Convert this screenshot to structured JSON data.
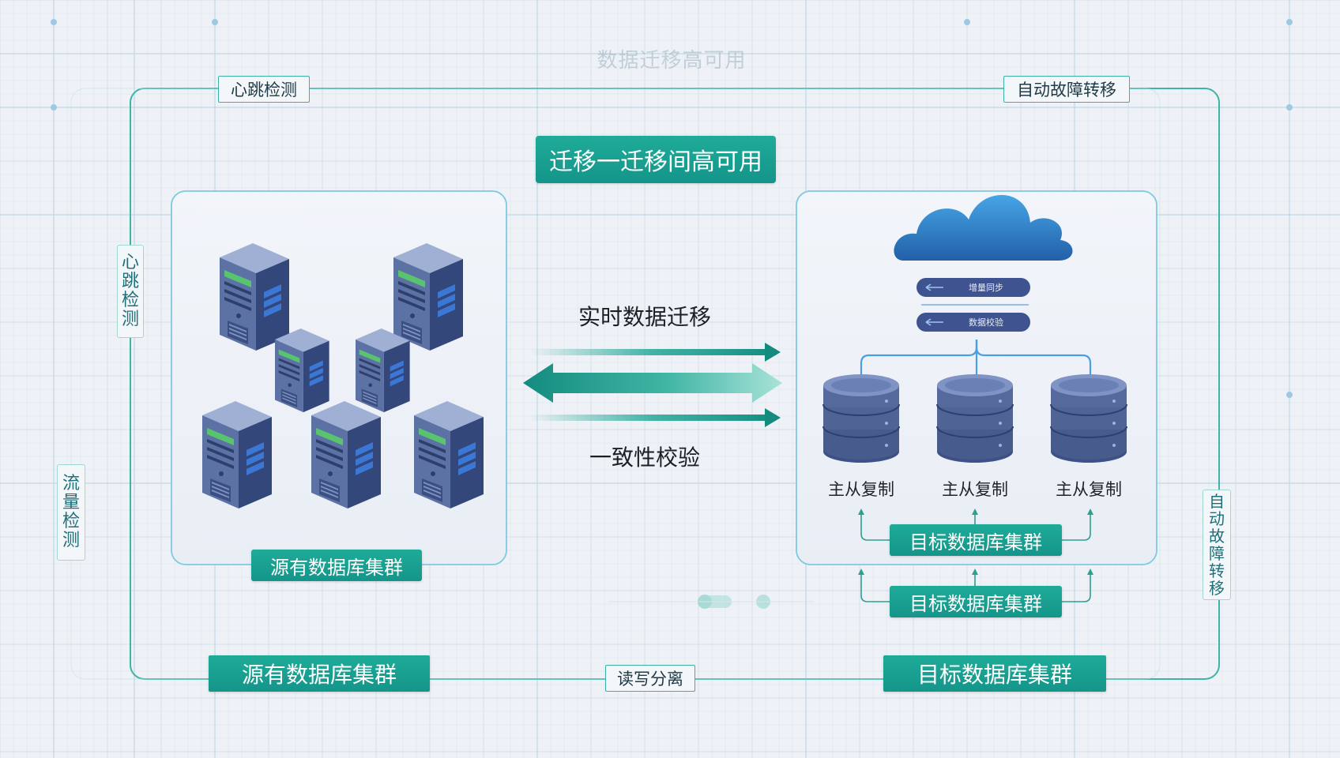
{
  "title": "迁移一迁移间高可用",
  "faint_heading": "数据迁移高可用",
  "tags": {
    "heartbeat_top": "心跳检测",
    "heartbeat_side": "心跳检测",
    "failover_top": "自动故障转移",
    "failover_side": "自动故障转移",
    "monitor_side": "流量检测",
    "read_write_split": "读写分离"
  },
  "center": {
    "migration_label": "实时数据迁移",
    "consistency_label": "一致性校验"
  },
  "source": {
    "inner_badge": "源有数据库集群",
    "outer_badge": "源有数据库集群",
    "server_count": 7
  },
  "target": {
    "chips": [
      "增量同步",
      "数据校验"
    ],
    "nodes": [
      "主从复制",
      "主从复制",
      "主从复制"
    ],
    "inner_badge": "目标数据库集群",
    "second_badge": "目标数据库集群",
    "outer_badge": "目标数据库集群"
  },
  "colors": {
    "teal": "#17a392",
    "teal_light": "#8fd8cc",
    "frame": "#3fb3a6",
    "server_front": "#4a6296",
    "db_blue": "#4a5f93",
    "cloud": "#2f77c4",
    "background": "#eef2f6"
  },
  "icons": [
    "server-icon",
    "cloud-icon",
    "database-icon",
    "arrow-icon"
  ]
}
